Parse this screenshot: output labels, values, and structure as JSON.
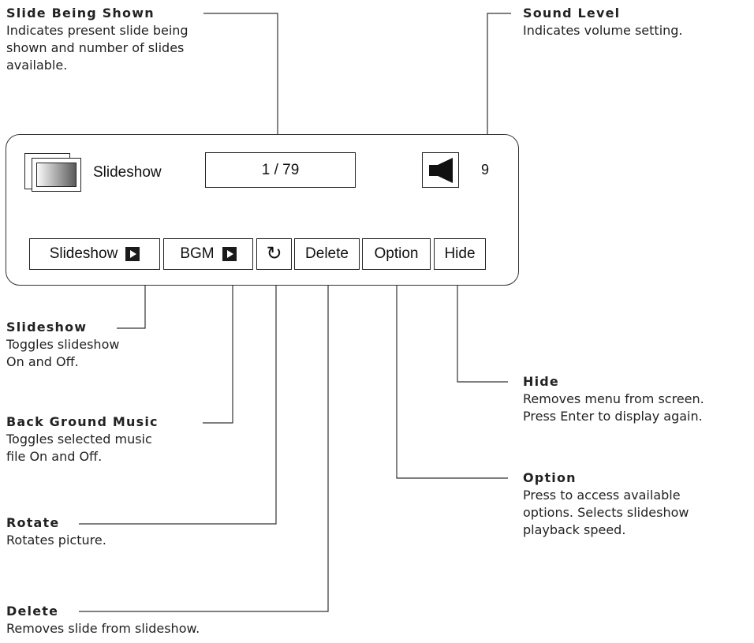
{
  "panel": {
    "mode_label": "Slideshow",
    "counter": "1 / 79",
    "volume": "9",
    "buttons": {
      "slideshow": "Slideshow",
      "bgm": "BGM",
      "rotate_glyph": "↻",
      "delete": "Delete",
      "option": "Option",
      "hide": "Hide"
    },
    "icons": {
      "thumbnail": "slides-icon",
      "speaker": "speaker-icon",
      "play": "play-icon",
      "rotate": "rotate-icon"
    }
  },
  "callouts": {
    "slide_shown": {
      "title": "Slide Being Shown",
      "lines": [
        "Indicates present slide being",
        "shown and number of slides",
        "available."
      ]
    },
    "sound_level": {
      "title": "Sound Level",
      "lines": [
        "Indicates volume setting."
      ]
    },
    "slideshow": {
      "title": "Slideshow",
      "lines": [
        "Toggles slideshow",
        "On and Off."
      ]
    },
    "bgm": {
      "title": "Back Ground Music",
      "lines": [
        "Toggles selected music",
        "file On and Off."
      ]
    },
    "rotate": {
      "title": "Rotate",
      "lines": [
        "Rotates picture."
      ]
    },
    "delete": {
      "title": "Delete",
      "lines": [
        "Removes slide from slideshow."
      ]
    },
    "hide": {
      "title": "Hide",
      "lines": [
        "Removes menu from screen.",
        "Press Enter to display again."
      ]
    },
    "option": {
      "title": "Option",
      "lines": [
        "Press to access available",
        "options. Selects slideshow",
        "playback speed."
      ]
    }
  }
}
